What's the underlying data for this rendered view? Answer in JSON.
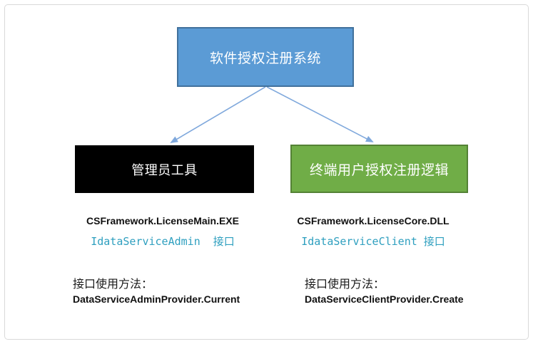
{
  "diagram": {
    "root_box": {
      "label": "软件授权注册系统"
    },
    "branches": [
      {
        "box_label": "管理员工具",
        "module": "CSFramework.LicenseMain.EXE",
        "interface": "IdataServiceAdmin  接口",
        "usage_heading": "接口使用方法：",
        "usage_code": "DataServiceAdminProvider.Current"
      },
      {
        "box_label": "终端用户授权注册逻辑",
        "module": "CSFramework.LicenseCore.DLL",
        "interface": "IdataServiceClient 接口",
        "usage_heading": "接口使用方法：",
        "usage_code": "DataServiceClientProvider.Create"
      }
    ],
    "colors": {
      "root_fill": "#5b9bd5",
      "root_border": "#41719c",
      "admin_fill": "#000000",
      "client_fill": "#70ad47",
      "client_border": "#548235",
      "arrow": "#7fa8dc",
      "interface_text": "#2e9fbf",
      "frame_border": "#d9d9d9"
    }
  }
}
